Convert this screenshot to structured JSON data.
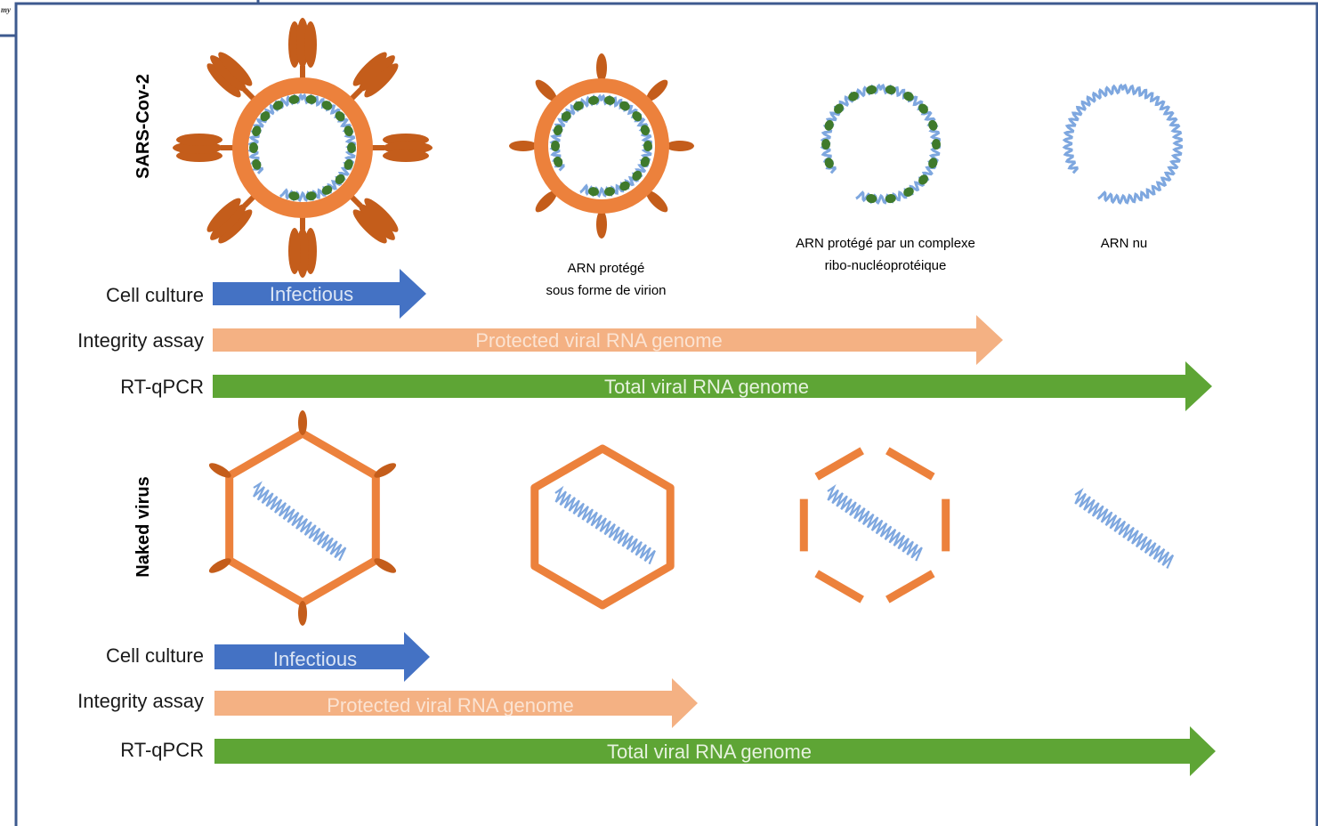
{
  "colors": {
    "frame": "#3d5a8f",
    "orange": "#ec813c",
    "spike": "#c45d1b",
    "nucleo": "#3f7a2c",
    "rna": "#7ea7df",
    "cell_culture": "#4472c4",
    "integrity": "#f4b183",
    "rtqpcr": "#5ea535"
  },
  "corner_text": "my",
  "sections": {
    "sars": {
      "label": "SARS-Cov-2"
    },
    "naked": {
      "label": "Naked virus"
    }
  },
  "captions": {
    "virion": [
      "ARN protégé",
      "sous forme de virion"
    ],
    "complex": [
      "ARN protégé par un complexe",
      "ribo-nucléoprotéique"
    ],
    "naked_rna": "ARN nu"
  },
  "assays": {
    "sars": [
      {
        "label": "Cell culture",
        "arrow_text": "Infectious"
      },
      {
        "label": "Integrity assay",
        "arrow_text": "Protected viral RNA genome"
      },
      {
        "label": "RT-qPCR",
        "arrow_text": "Total viral RNA genome"
      }
    ],
    "naked": [
      {
        "label": "Cell culture",
        "arrow_text": "Infectious"
      },
      {
        "label": "Integrity assay",
        "arrow_text": "Protected viral RNA genome"
      },
      {
        "label": "RT-qPCR",
        "arrow_text": "Total viral RNA genome"
      }
    ]
  }
}
